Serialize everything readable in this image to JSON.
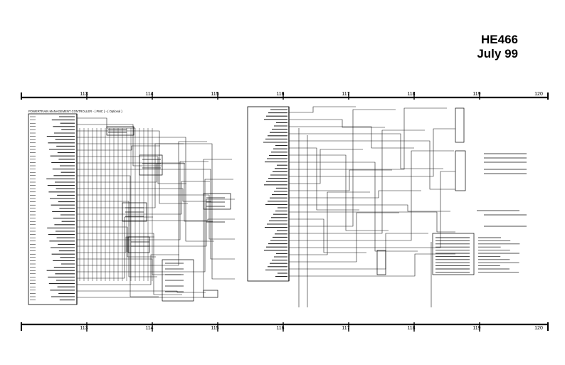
{
  "header": {
    "doc_code": "HE466",
    "date": "July 99"
  },
  "ruler": {
    "top_labels": [
      "113",
      "114",
      "115",
      "116",
      "117",
      "118",
      "119",
      "120"
    ],
    "bottom_labels": [
      "113",
      "114",
      "115",
      "116",
      "117",
      "118",
      "119",
      "120"
    ]
  },
  "module": {
    "title": "POWERTRAIN MANAGEMENT CONTROLLER - ( PMC ) - ( Optional )"
  },
  "colors": {
    "ink": "#000000",
    "wire": "#1a1a1a",
    "paper": "#ffffff"
  }
}
